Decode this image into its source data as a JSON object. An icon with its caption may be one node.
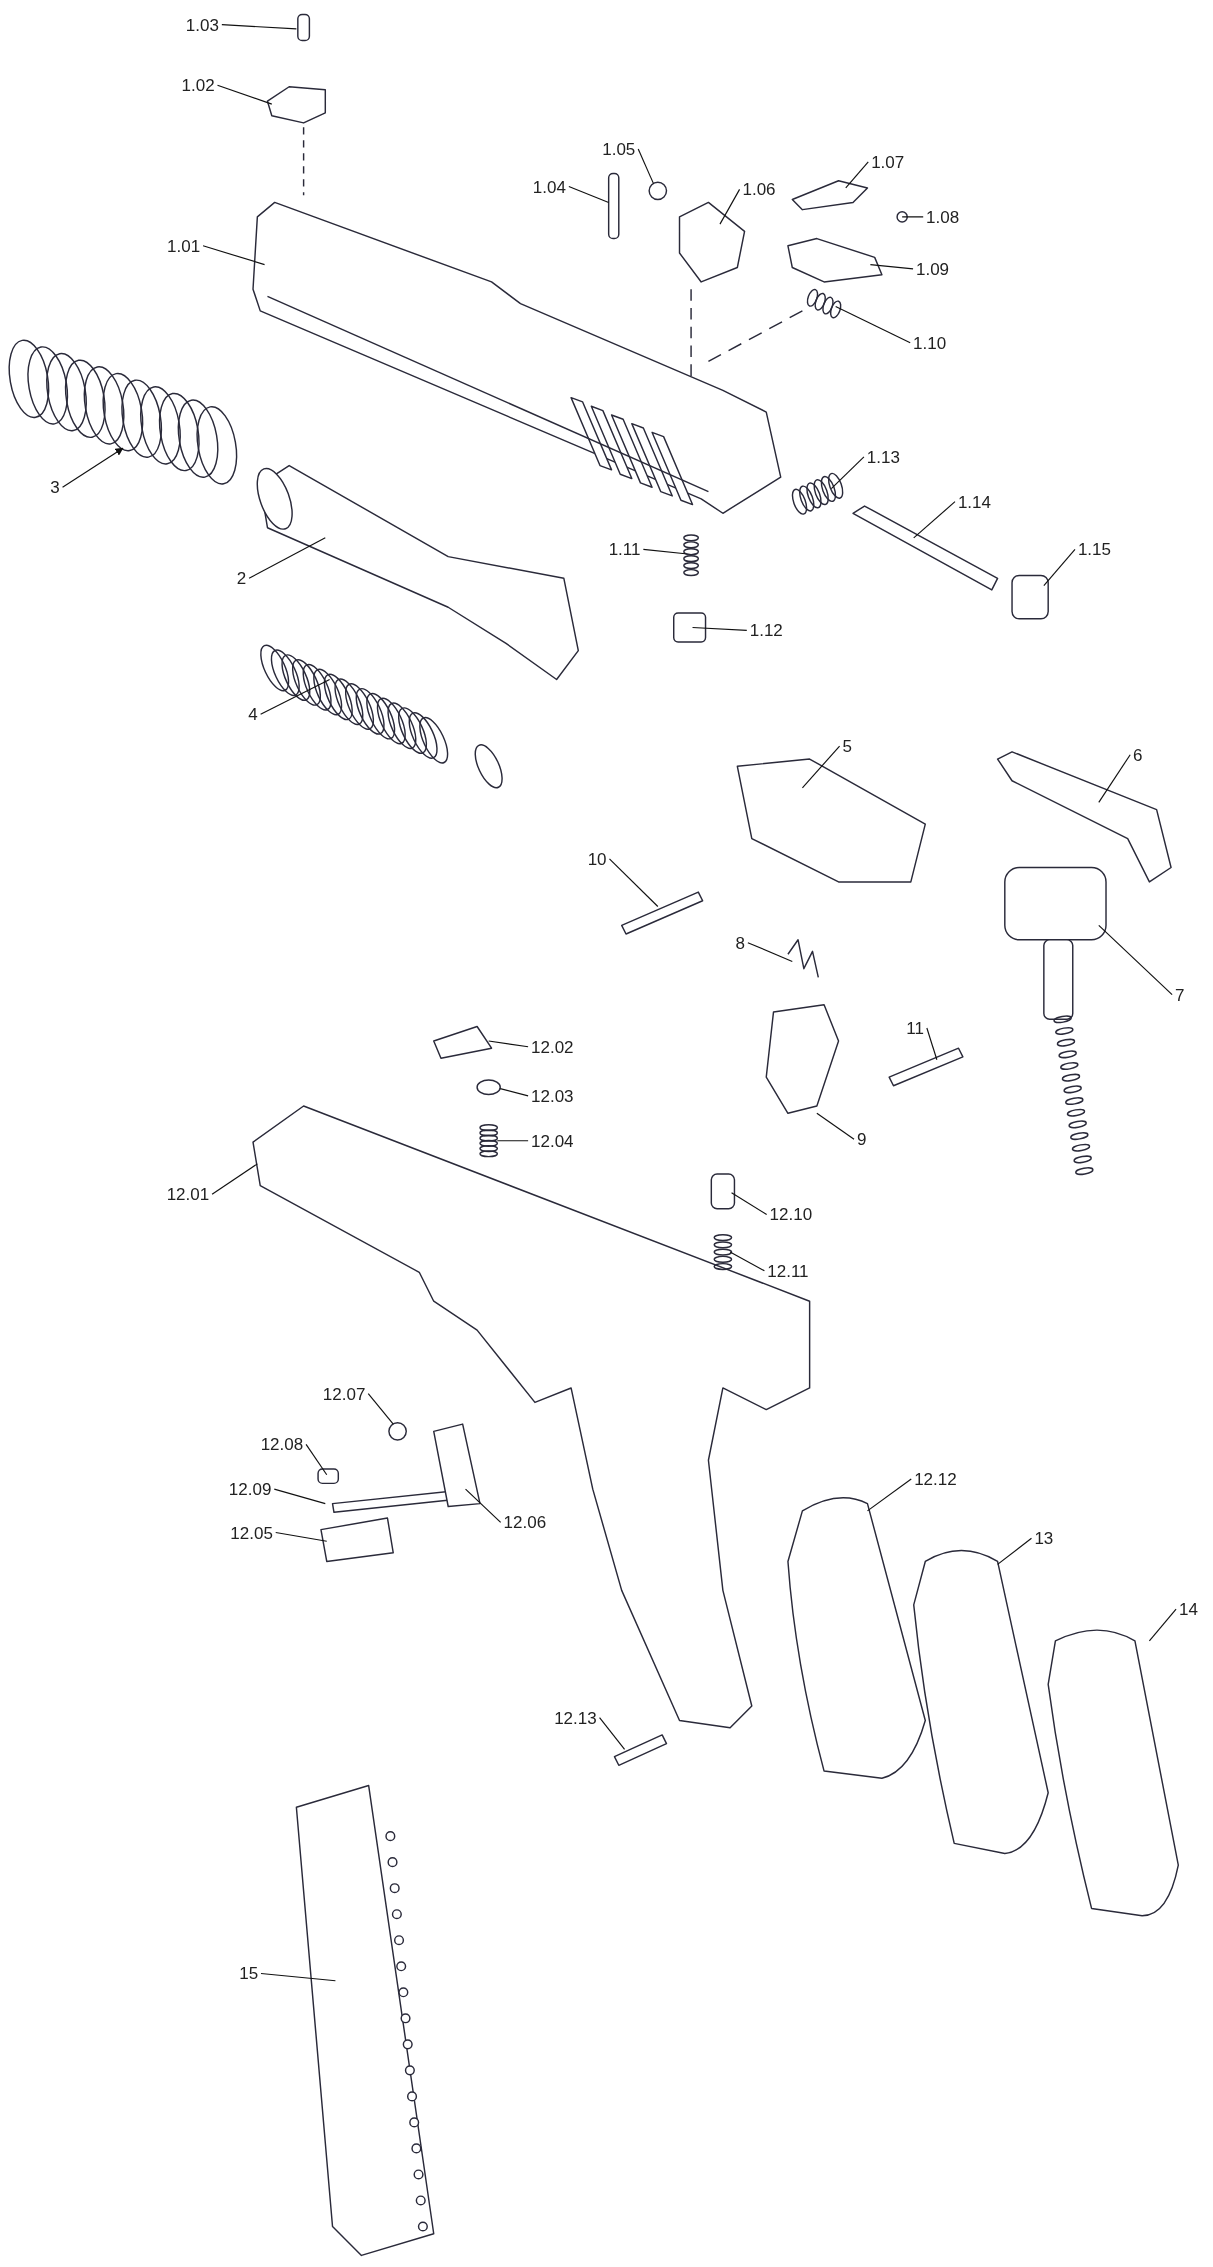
{
  "diagram": {
    "nodes": [
      {
        "text": [
          "1.03"
        ]
      },
      {
        "text": [
          "1.02"
        ]
      },
      {
        "text": [
          "1.05"
        ]
      },
      {
        "text": [
          "1.07"
        ]
      },
      {
        "text": [
          "1.04"
        ]
      },
      {
        "text": [
          "1.06"
        ]
      },
      {
        "text": [
          "1.08"
        ]
      },
      {
        "text": [
          "1.01"
        ]
      },
      {
        "text": [
          "1.09"
        ]
      },
      {
        "text": [
          "1.10"
        ]
      },
      {
        "text": [
          "1.13"
        ]
      },
      {
        "text": [
          "3"
        ]
      },
      {
        "text": [
          "1.14"
        ]
      },
      {
        "text": [
          "1.15"
        ]
      },
      {
        "text": [
          "1.11"
        ]
      },
      {
        "text": [
          "2"
        ]
      },
      {
        "text": [
          "1.12"
        ]
      },
      {
        "text": [
          "4"
        ]
      },
      {
        "text": [
          "5"
        ]
      },
      {
        "text": [
          "6"
        ]
      },
      {
        "text": [
          "10"
        ]
      },
      {
        "text": [
          "8"
        ]
      },
      {
        "text": [
          "7"
        ]
      },
      {
        "text": [
          "11"
        ]
      },
      {
        "text": [
          "12.02"
        ]
      },
      {
        "text": [
          "12.03"
        ]
      },
      {
        "text": [
          "9"
        ]
      },
      {
        "text": [
          "12.04"
        ]
      },
      {
        "text": [
          "12.01"
        ]
      },
      {
        "text": [
          "12.10"
        ]
      },
      {
        "text": [
          "12.11"
        ]
      },
      {
        "text": [
          "12.07"
        ]
      },
      {
        "text": [
          "12.08"
        ]
      },
      {
        "text": [
          "12.12"
        ]
      },
      {
        "text": [
          "12.09"
        ]
      },
      {
        "text": [
          "12.06"
        ]
      },
      {
        "text": [
          "12.05"
        ]
      },
      {
        "text": [
          "13"
        ]
      },
      {
        "text": [
          "14"
        ]
      },
      {
        "text": [
          "12.13"
        ]
      },
      {
        "text": [
          "15"
        ]
      }
    ],
    "edges": [
      {
        "from": 0,
        "to": null,
        "arrow": "none"
      },
      {
        "from": 1,
        "to": null,
        "arrow": "none"
      },
      {
        "from": 2,
        "to": null,
        "arrow": "none"
      },
      {
        "from": 3,
        "to": null,
        "arrow": "none"
      },
      {
        "from": 4,
        "to": null,
        "arrow": "none"
      },
      {
        "from": 5,
        "to": null,
        "arrow": "none"
      },
      {
        "from": 6,
        "to": null,
        "arrow": "none"
      },
      {
        "from": 7,
        "to": null,
        "arrow": "none"
      },
      {
        "from": 8,
        "to": null,
        "arrow": "none"
      },
      {
        "from": 9,
        "to": null,
        "arrow": "none"
      },
      {
        "from": 10,
        "to": null,
        "arrow": "none"
      },
      {
        "from": 11,
        "to": null,
        "arrow": "to"
      },
      {
        "from": 12,
        "to": null,
        "arrow": "none"
      },
      {
        "from": 13,
        "to": null,
        "arrow": "none"
      },
      {
        "from": 14,
        "to": null,
        "arrow": "none"
      },
      {
        "from": 15,
        "to": null,
        "arrow": "none"
      },
      {
        "from": 16,
        "to": null,
        "arrow": "none"
      },
      {
        "from": 17,
        "to": null,
        "arrow": "none"
      },
      {
        "from": 18,
        "to": null,
        "arrow": "none"
      },
      {
        "from": 19,
        "to": null,
        "arrow": "none"
      },
      {
        "from": 20,
        "to": null,
        "arrow": "none"
      },
      {
        "from": 21,
        "to": null,
        "arrow": "none"
      },
      {
        "from": 22,
        "to": null,
        "arrow": "none"
      },
      {
        "from": 23,
        "to": null,
        "arrow": "none"
      },
      {
        "from": 24,
        "to": null,
        "arrow": "none"
      },
      {
        "from": 25,
        "to": null,
        "arrow": "none"
      },
      {
        "from": 26,
        "to": null,
        "arrow": "none"
      },
      {
        "from": 27,
        "to": null,
        "arrow": "none"
      },
      {
        "from": 28,
        "to": null,
        "arrow": "none"
      },
      {
        "from": 29,
        "to": null,
        "arrow": "none"
      },
      {
        "from": 30,
        "to": null,
        "arrow": "none"
      },
      {
        "from": 31,
        "to": null,
        "arrow": "none"
      },
      {
        "from": 32,
        "to": null,
        "arrow": "none"
      },
      {
        "from": 33,
        "to": null,
        "arrow": "none"
      },
      {
        "from": 34,
        "to": null,
        "arrow": "none"
      },
      {
        "from": 35,
        "to": null,
        "arrow": "none"
      },
      {
        "from": 36,
        "to": null,
        "arrow": "none"
      },
      {
        "from": 37,
        "to": null,
        "arrow": "none"
      },
      {
        "from": 38,
        "to": null,
        "arrow": "none"
      },
      {
        "from": 39,
        "to": null,
        "arrow": "none"
      },
      {
        "from": 40,
        "to": null,
        "arrow": "none"
      }
    ]
  }
}
